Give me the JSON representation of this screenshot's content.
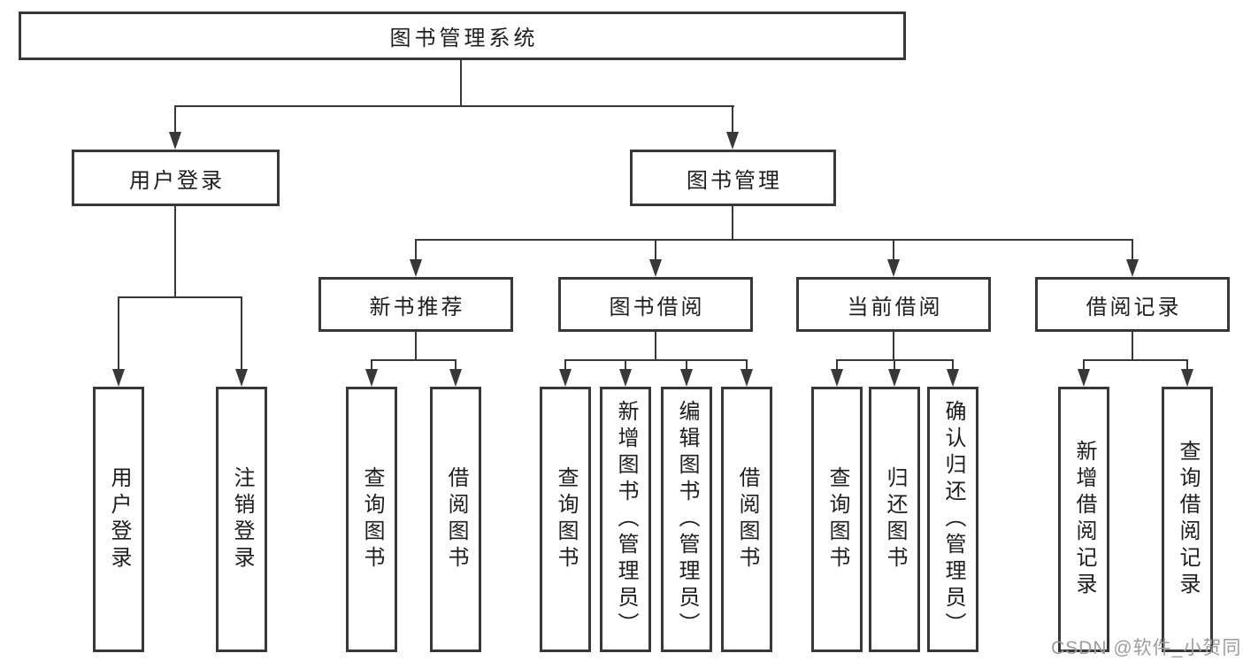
{
  "diagram": {
    "title": "图书管理系统",
    "root": "图书管理系统",
    "level2": [
      "用户登录",
      "图书管理"
    ],
    "level3": [
      "新书推荐",
      "图书借阅",
      "当前借阅",
      "借阅记录"
    ],
    "leaves_login": [
      "用户登录",
      "注销登录"
    ],
    "leaves_new_book": [
      "查询图书",
      "借阅图书"
    ],
    "leaves_book_borrow": [
      "查询图书",
      "新增图书（管理员）",
      "编辑图书（管理员）",
      "借阅图书"
    ],
    "leaves_current_borrow": [
      "查询图书",
      "归还图书",
      "确认归还（管理员）"
    ],
    "leaves_borrow_records": [
      "新增借阅记录",
      "查询借阅记录"
    ]
  },
  "watermark": {
    "text": "CSDN @软件_小贺同学",
    "color": "#9d9d9d"
  },
  "colors": {
    "background": "#ffffff",
    "line": "#383838",
    "box_border": "#383838",
    "text": "#1e1e1e"
  }
}
